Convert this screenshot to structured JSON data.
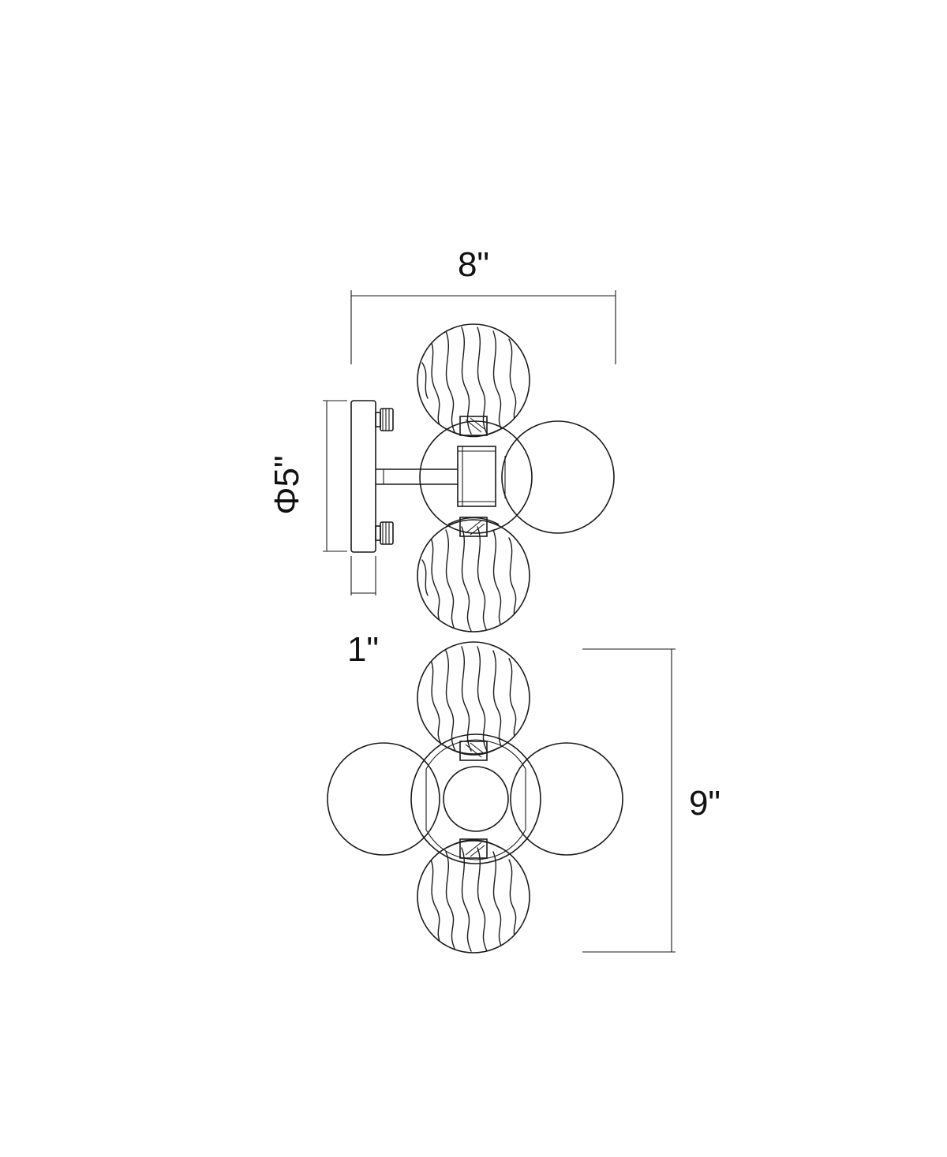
{
  "dimensions": {
    "width": "8\"",
    "diameter": "Φ5\"",
    "depth": "1\"",
    "height": "9\""
  },
  "colors": {
    "line": "#1a1a1a",
    "background": "#ffffff"
  }
}
